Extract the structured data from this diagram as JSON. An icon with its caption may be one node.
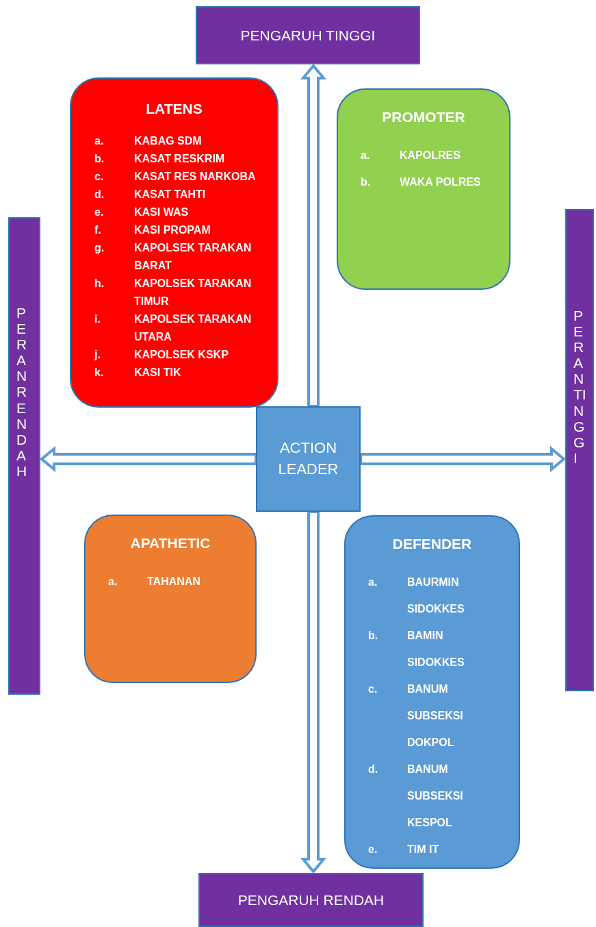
{
  "diagram": {
    "nodes": [
      {
        "text": [
          "PENGARUH TINGGI"
        ]
      },
      {
        "text": [
          "LATENS",
          "a.",
          "KABAG SDM",
          "b.",
          "KASAT RESKRIM",
          "c.",
          "KASAT RES NARKOBA",
          "d.",
          "KASAT TAHTI",
          "e.",
          "KASI WAS",
          "f.",
          "KASI PROPAM",
          "g.",
          "KAPOLSEK TARAKAN BARAT",
          "h.",
          "KAPOLSEK TARAKAN TIMUR",
          "i.",
          "KAPOLSEK TARAKAN UTARA",
          "j.",
          "KAPOLSEK KSKP",
          "k.",
          "KASI TIK"
        ]
      },
      {
        "text": [
          "PROMOTER",
          "a.",
          "KAPOLRES",
          "b.",
          "WAKA POLRES"
        ]
      },
      {
        "text": [
          "PERAN RENDAH"
        ]
      },
      {
        "text": [
          "ACTION LEADER"
        ]
      },
      {
        "text": [
          "PERAN TINGGI"
        ]
      },
      {
        "text": [
          "APATHETIC",
          "a.",
          "TAHANAN"
        ]
      },
      {
        "text": [
          "DEFENDER",
          "a.",
          "BAURMIN SIDOKKES",
          "b.",
          "BAMIN SIDOKKES",
          "c.",
          "BANUM SUBSEKSI DOKPOL",
          "d.",
          "BANUM SUBSEKSI KESPOL",
          "e.",
          "TIM IT"
        ]
      },
      {
        "text": [
          "PENGARUH RENDAH"
        ]
      }
    ],
    "edges": [
      {
        "from": 4,
        "to": 0,
        "arrow": "to"
      },
      {
        "from": 4,
        "to": 3,
        "arrow": "to"
      },
      {
        "from": 4,
        "to": 5,
        "arrow": "to"
      },
      {
        "from": 4,
        "to": 8,
        "arrow": "to"
      }
    ]
  }
}
